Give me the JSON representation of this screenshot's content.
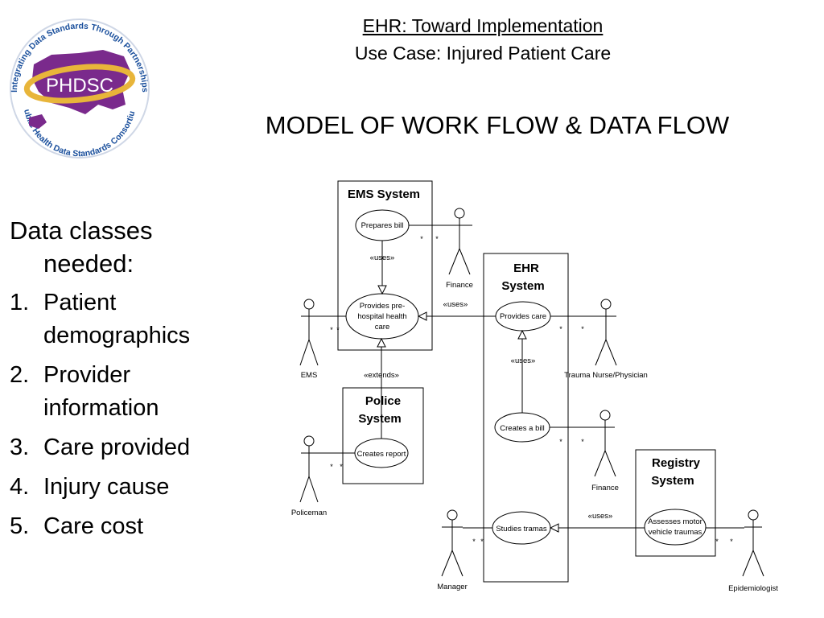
{
  "header": {
    "line1": "EHR: Toward Implementation",
    "line2": "Use Case: Injured Patient Care",
    "title": "MODEL OF WORK FLOW & DATA FLOW"
  },
  "logo": {
    "acronym": "PHDSC",
    "ring_text_top": "Integrating Data Standards Through Partnerships",
    "ring_text_bottom": "Public Health Data Standards Consortium",
    "colors": {
      "map": "#7a2a8c",
      "ring": "#e8b53a",
      "text": "#1a4f9c"
    }
  },
  "data_classes": {
    "heading": "Data classes needed:",
    "items": [
      {
        "num": "1.",
        "label": "Patient demographics"
      },
      {
        "num": "2.",
        "label": "Provider information"
      },
      {
        "num": "3.",
        "label": "Care provided"
      },
      {
        "num": "4.",
        "label": "Injury cause"
      },
      {
        "num": "5.",
        "label": "Care cost"
      }
    ]
  },
  "diagram": {
    "systems": {
      "ems": "EMS System",
      "ehr_line1": "EHR",
      "ehr_line2": "System",
      "police_line1": "Police",
      "police_line2": "System",
      "registry_line1": "Registry",
      "registry_line2": "System"
    },
    "use_cases": {
      "prepares_bill": "Prepares bill",
      "provides_prehospital_1": "Provides pre-",
      "provides_prehospital_2": "hospital health",
      "provides_prehospital_3": "care",
      "creates_report": "Creates report",
      "provides_care": "Provides care",
      "creates_bill": "Creates a bill",
      "studies_traumas": "Studies tramas",
      "assesses_1": "Assesses motor",
      "assesses_2": "vehicle traumas"
    },
    "actors": {
      "finance_top": "Finance",
      "ems": "EMS",
      "policeman": "Policeman",
      "trauma": "Trauma Nurse/Physician",
      "finance_mid": "Finance",
      "manager": "Manager",
      "epidemiologist": "Epidemiologist"
    },
    "relations": {
      "uses": "«uses»",
      "extends": "«extends»",
      "multiplicity": "*"
    }
  }
}
